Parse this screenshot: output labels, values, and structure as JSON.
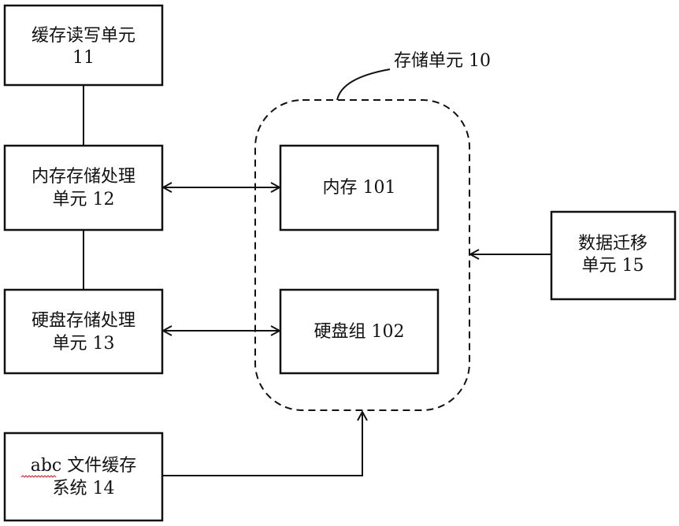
{
  "diagram": {
    "storage_unit_label": "存储单元 10",
    "boxes": {
      "cache_rw": {
        "line1": "缓存读写单元",
        "line2": "11"
      },
      "mem_proc": {
        "line1": "内存存储处理",
        "line2": "单元 12"
      },
      "disk_proc": {
        "line1": "硬盘存储处理",
        "line2": "单元 13"
      },
      "abc_cache": {
        "line1": "abc 文件缓存",
        "line2": "系统 14"
      },
      "memory": {
        "line1": "内存 101"
      },
      "disk_group": {
        "line1": "硬盘组 102"
      },
      "migration": {
        "line1": "数据迁移",
        "line2": "单元 15"
      }
    },
    "connections": [
      {
        "from": "cache_rw",
        "to": "mem_proc",
        "type": "line"
      },
      {
        "from": "mem_proc",
        "to": "disk_proc",
        "type": "line"
      },
      {
        "from": "mem_proc",
        "to": "memory",
        "type": "bidirectional-arrow"
      },
      {
        "from": "disk_proc",
        "to": "disk_group",
        "type": "bidirectional-arrow"
      },
      {
        "from": "migration",
        "to": "storage_unit",
        "type": "arrow"
      },
      {
        "from": "abc_cache",
        "to": "storage_unit",
        "type": "arrow"
      }
    ]
  }
}
